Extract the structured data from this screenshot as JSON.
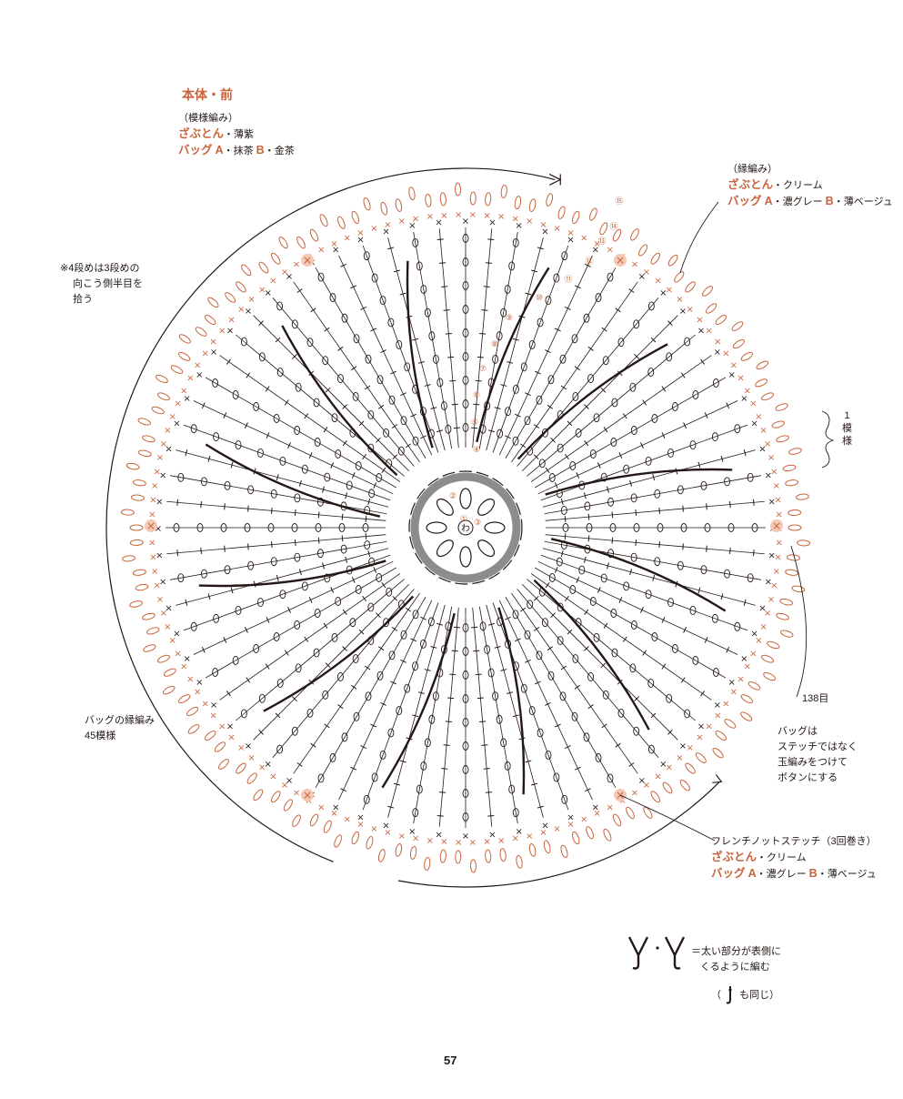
{
  "title": "本体・前",
  "pattern": {
    "heading": "（模様編み）",
    "zabuton_label": "ざぶとん",
    "zabuton_color": "・薄紫",
    "bag_label": "バッグ",
    "bag_a": "A",
    "bag_a_color": "・抹茶",
    "bag_b": "B",
    "bag_b_color": "・金茶"
  },
  "edging": {
    "heading": "（縁編み）",
    "zabuton_label": "ざぶとん",
    "zabuton_color": "・クリーム",
    "bag_label": "バッグ",
    "bag_a": "A",
    "bag_a_color": "・濃グレー",
    "bag_b": "B",
    "bag_b_color": "・薄ベージュ"
  },
  "note_row4": {
    "mark": "※",
    "line1": "4段めは3段めの",
    "line2": "向こう側半目を",
    "line3": "拾う"
  },
  "one_repeat": {
    "line1": "1",
    "line2": "模",
    "line3": "様"
  },
  "stitch_count": "138目",
  "bag_button_note": {
    "line1": "バッグは",
    "line2": "ステッチではなく",
    "line3": "玉編みをつけて",
    "line4": "ボタンにする"
  },
  "bag_edging_repeats": {
    "line1": "バッグの縁編み",
    "line2": "45模様"
  },
  "french_knot": {
    "heading": "フレンチノットステッチ（3回巻き）",
    "zabuton_label": "ざぶとん",
    "zabuton_color": "・クリーム",
    "bag_label": "バッグ",
    "bag_a": "A",
    "bag_a_color": "・濃グレー",
    "bag_b": "B",
    "bag_b_color": "・薄ベージュ"
  },
  "legend": {
    "line1": "＝太い部分が表側に",
    "line2": "くるように編む",
    "note_open": "（",
    "note_close": "も同じ）"
  },
  "center_label": "わ",
  "row_numbers": [
    "①",
    "②",
    "③",
    "④",
    "⑤",
    "⑥",
    "⑦",
    "⑧",
    "⑨",
    "⑩",
    "⑪",
    "⑫",
    "⑬",
    "⑭",
    "⑮"
  ],
  "page_number": "57",
  "colors": {
    "accent_orange": "#c8643c",
    "ink": "#231815",
    "ring_gray": "#8c8c8c",
    "knot_pink": "#f4c8b4"
  }
}
